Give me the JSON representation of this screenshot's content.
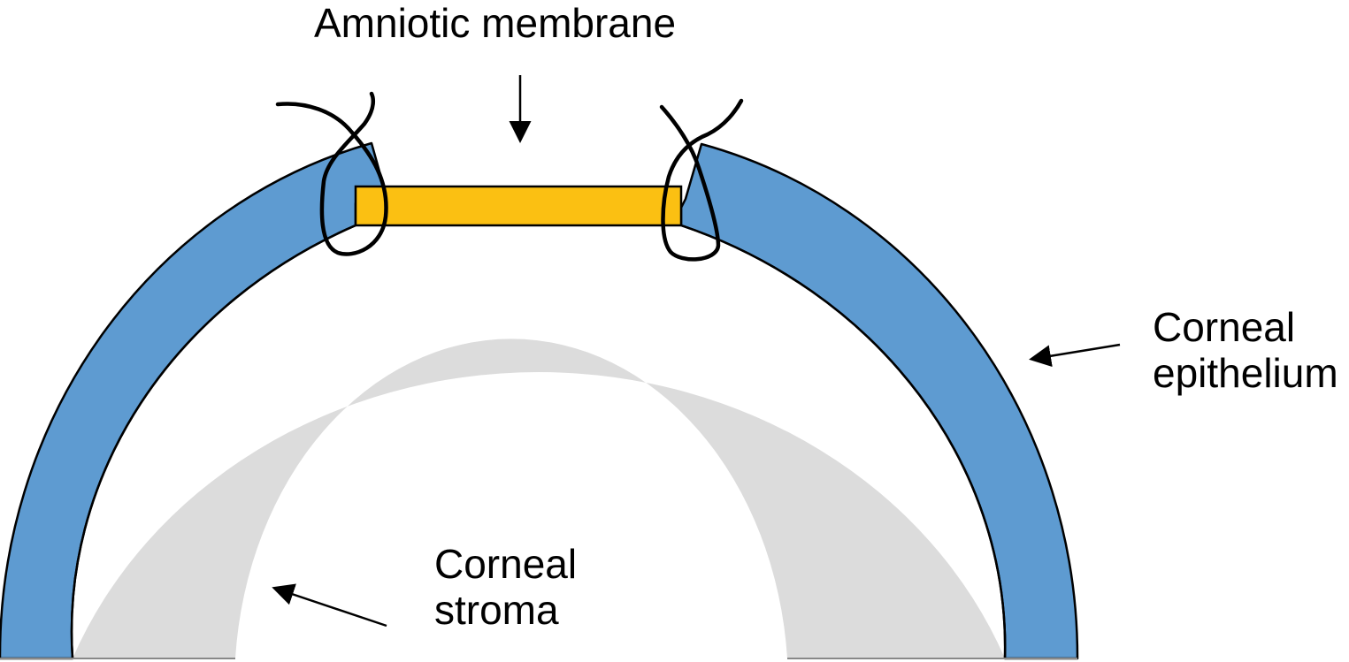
{
  "labels": {
    "amniotic_membrane": "Amniotic membrane",
    "corneal_epithelium": [
      "Corneal",
      "epithelium"
    ],
    "corneal_stroma": [
      "Corneal",
      "stroma"
    ]
  },
  "colors": {
    "epithelium": "#5e9bd1",
    "stroma": "#dcdcdc",
    "amniotic_membrane": "#fbc012",
    "outline": "#000000",
    "background": "#ffffff"
  }
}
